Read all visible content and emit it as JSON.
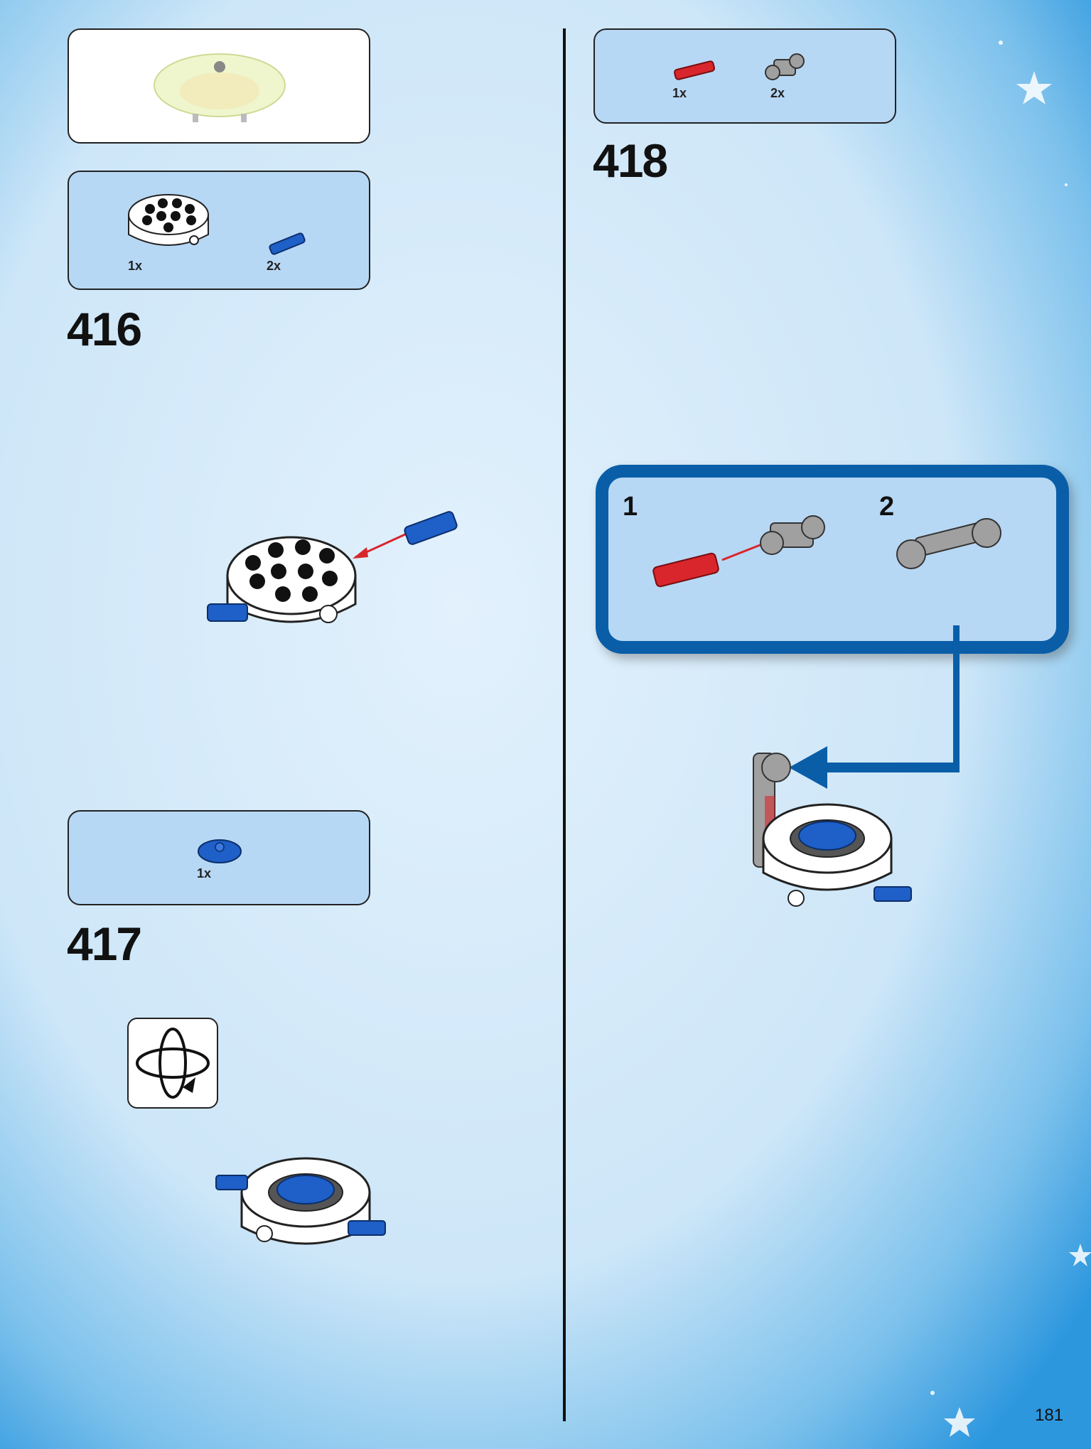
{
  "page": {
    "number": "181"
  },
  "colors": {
    "callout_border": "#0a5ea8",
    "panel_blue": "#b7d8f5",
    "arrow_red": "#d8262c",
    "brick_blue": "#1e5fc8",
    "brick_red": "#d8262c",
    "brick_gray": "#a0a0a0"
  },
  "steps": [
    {
      "number": "416",
      "parts": [
        {
          "name": "round-brick-white",
          "qty": "1x"
        },
        {
          "name": "pin-blue",
          "qty": "2x"
        }
      ]
    },
    {
      "number": "417",
      "parts": [
        {
          "name": "round-plate-blue",
          "qty": "1x"
        }
      ],
      "icon": "rotate-model-icon"
    },
    {
      "number": "418",
      "parts": [
        {
          "name": "axle-red",
          "qty": "1x"
        },
        {
          "name": "cross-connector-gray",
          "qty": "2x"
        }
      ],
      "substeps": [
        "1",
        "2"
      ]
    }
  ]
}
